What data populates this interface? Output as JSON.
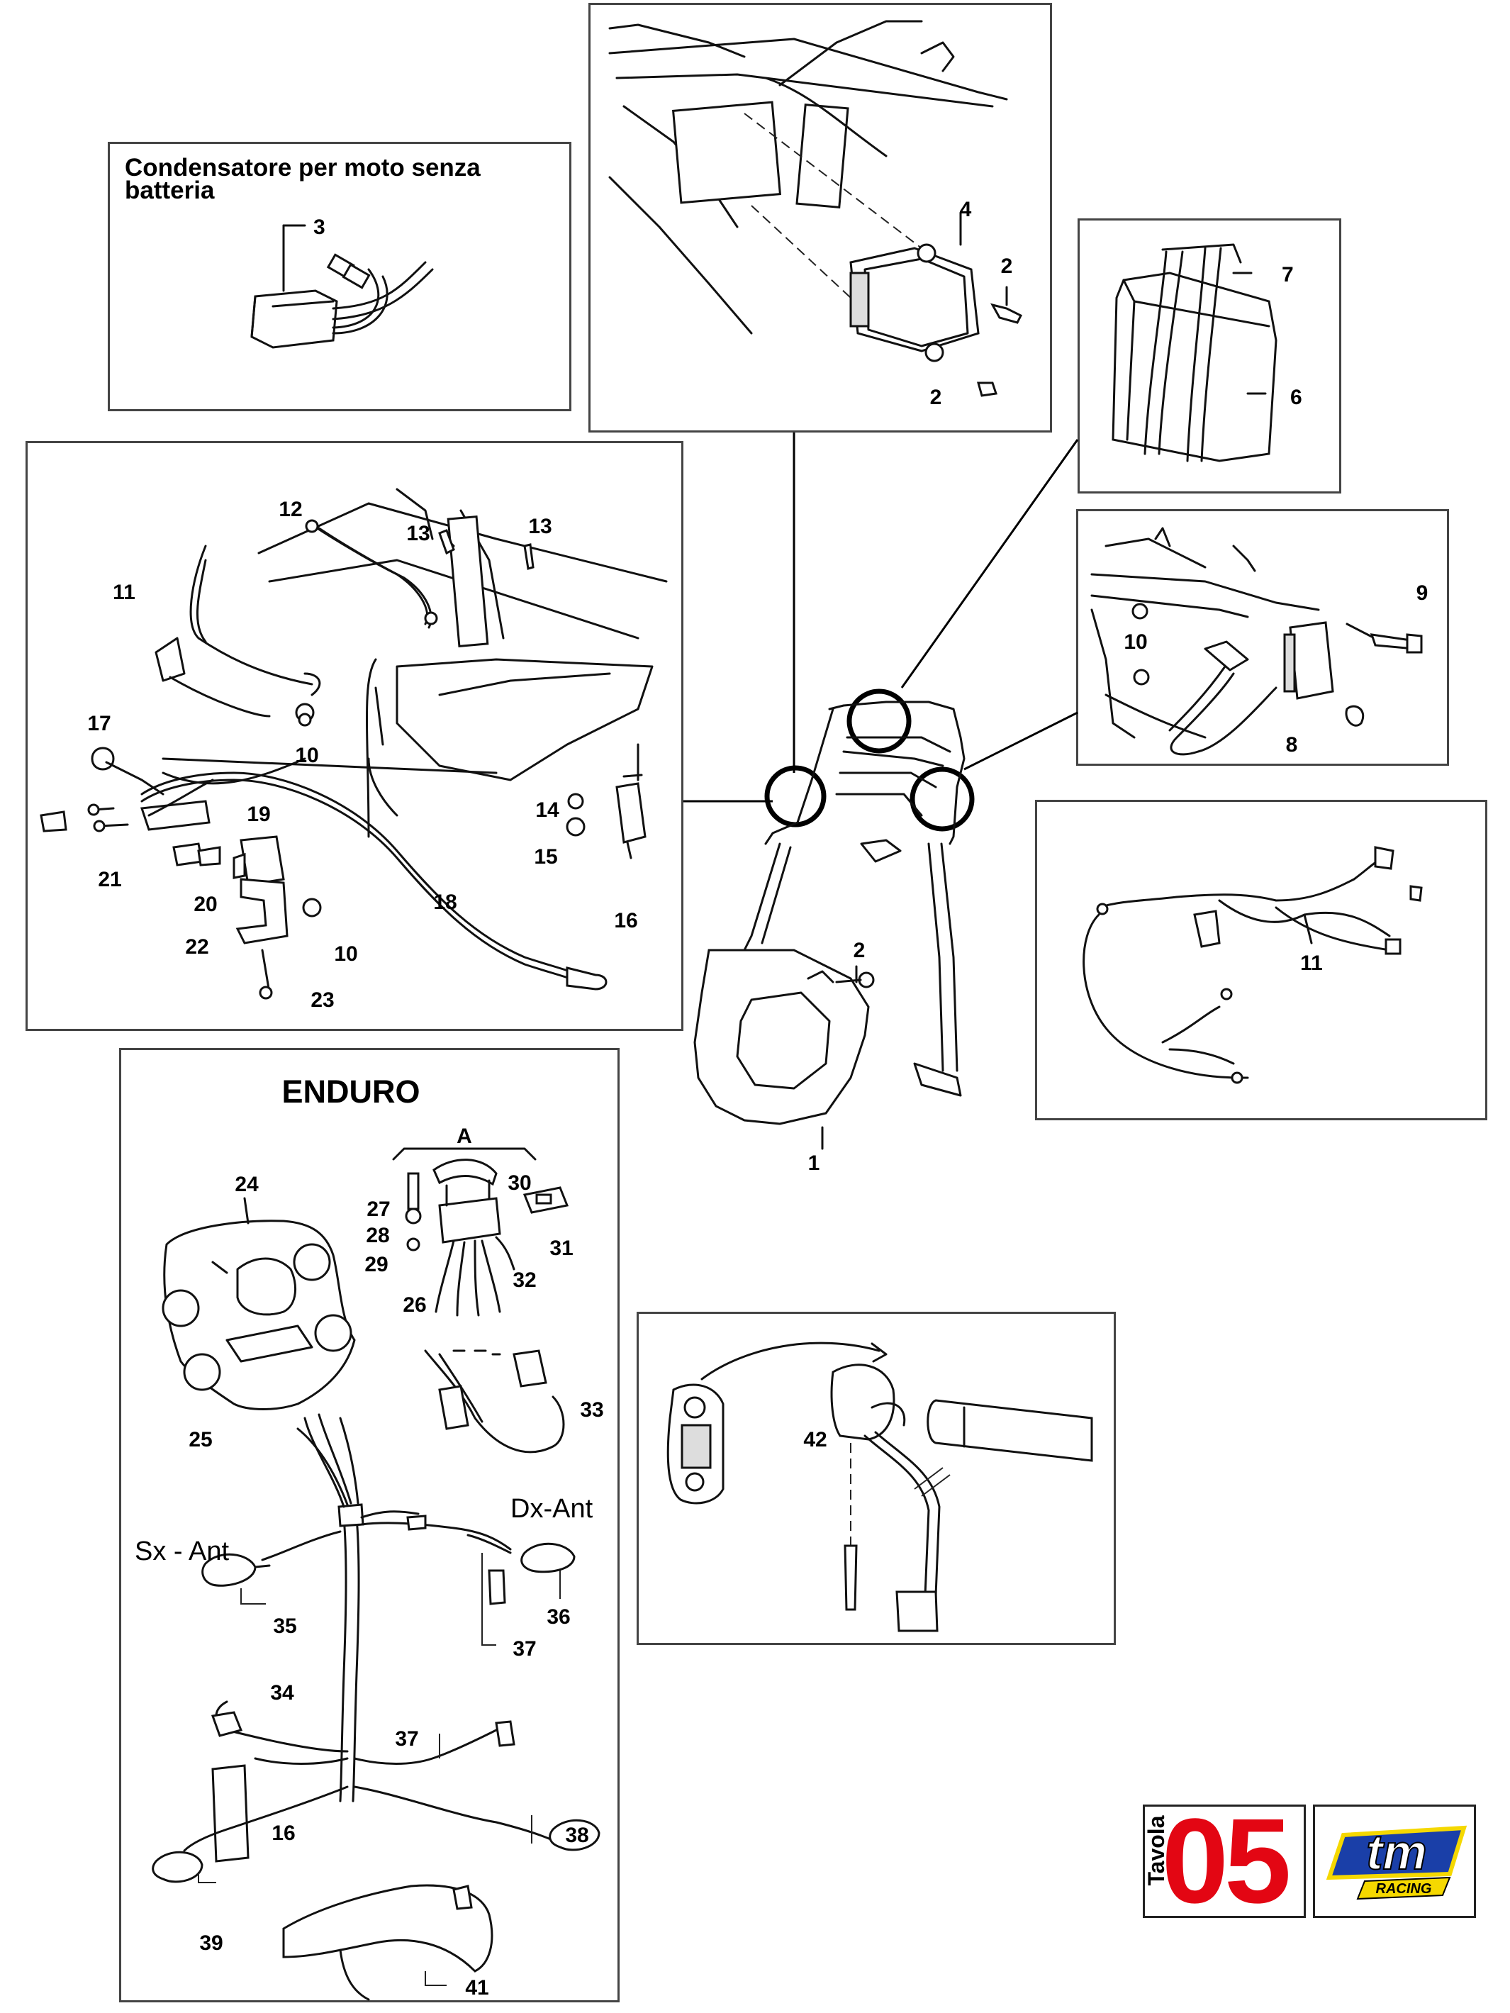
{
  "panels": {
    "capacitor": {
      "title": "Condensatore per moto senza batteria",
      "title_line1": "Condensatore per moto senza",
      "title_line2": "batteria"
    },
    "enduro": {
      "title": "ENDURO"
    }
  },
  "callouts": {
    "c1": "1",
    "c2a": "2",
    "c2b": "2",
    "c2c": "2",
    "c3": "3",
    "c4": "4",
    "c6": "6",
    "c7": "7",
    "c8": "8",
    "c9": "9",
    "c10a": "10",
    "c10b": "10",
    "c10c": "10",
    "c11a": "11",
    "c11b": "11",
    "c12": "12",
    "c13a": "13",
    "c13b": "13",
    "c14": "14",
    "c15": "15",
    "c16a": "16",
    "c16b": "16",
    "c17": "17",
    "c18": "18",
    "c19": "19",
    "c20": "20",
    "c21": "21",
    "c22": "22",
    "c23": "23",
    "c24": "24",
    "c25": "25",
    "c26": "26",
    "c27": "27",
    "c28": "28",
    "c29": "29",
    "c30": "30",
    "c31": "31",
    "c32": "32",
    "c33": "33",
    "c34": "34",
    "c35": "35",
    "c36": "36",
    "c37a": "37",
    "c37b": "37",
    "c38": "38",
    "c39": "39",
    "c41": "41",
    "c42": "42",
    "cA": "A"
  },
  "side_labels": {
    "left": "Sx - Ant",
    "right": "Dx-Ant"
  },
  "plate": {
    "word": "Tavola",
    "number": "05",
    "logo_text": "tm",
    "logo_sub": "RACING"
  },
  "colors": {
    "plate_number": "#e30613",
    "logo_blue": "#1a3fa8",
    "logo_yellow": "#f5d800"
  }
}
